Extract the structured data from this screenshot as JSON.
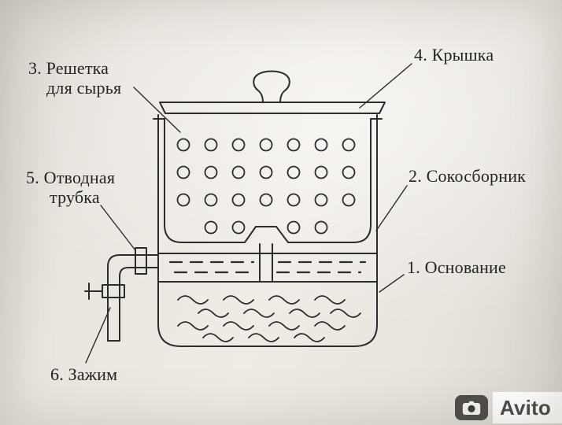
{
  "labels": {
    "grate": {
      "line1": "3. Решетка",
      "line2": "для сырья"
    },
    "lid": {
      "text": "4. Крышка"
    },
    "outlet_tube": {
      "line1": "5. Отводная",
      "line2": "трубка"
    },
    "juice_collector": {
      "text": "2. Сокосборник"
    },
    "base": {
      "text": "1. Основание"
    },
    "clamp": {
      "text": "6. Зажим"
    }
  },
  "watermark": {
    "brand": "Avito"
  },
  "colors": {
    "ink": "#2c2c2c",
    "paper": "#eae6e0",
    "watermark_badge": "#3e3c38",
    "watermark_text": "#4b4a48"
  }
}
